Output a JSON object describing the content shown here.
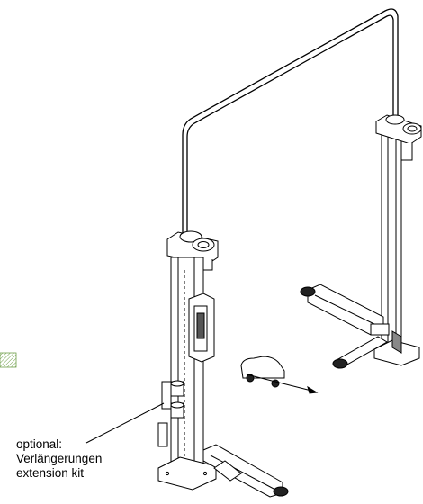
{
  "callout": {
    "line1": "optional:",
    "line2": "Verlängerungen",
    "line3": "extension kit"
  },
  "colors": {
    "line": "#000000",
    "hatch_swatch": "#8fbf6a"
  }
}
